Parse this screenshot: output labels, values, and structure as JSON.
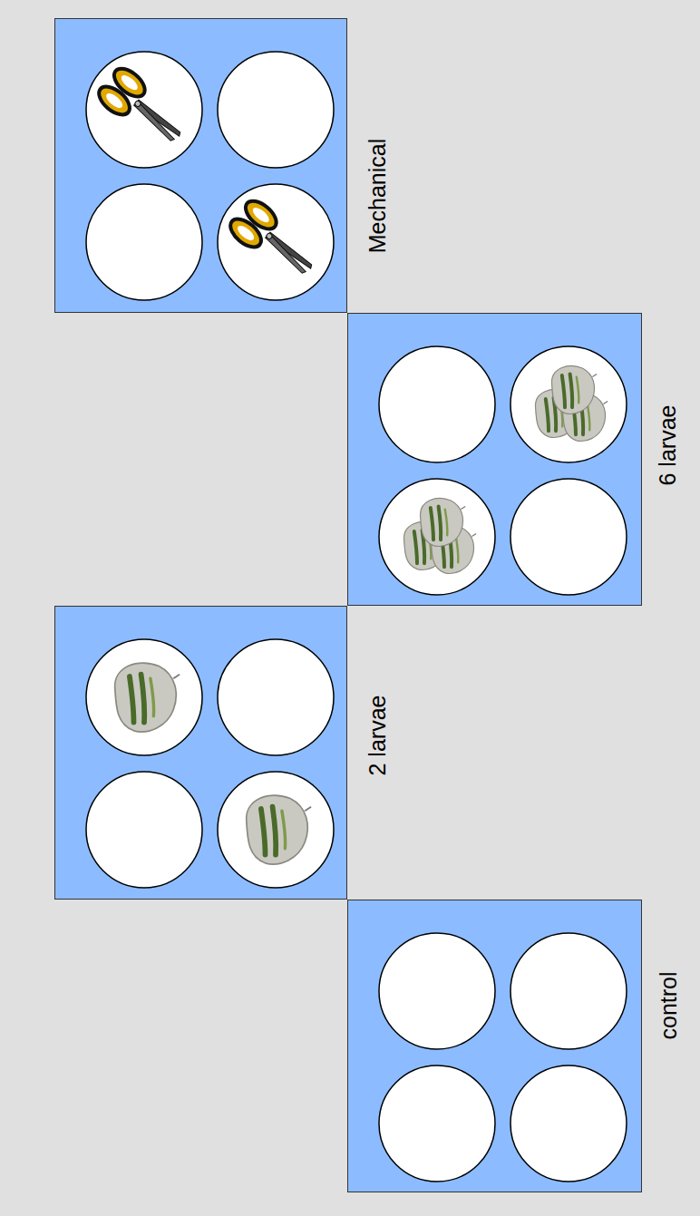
{
  "diagram": {
    "nodes": [
      {
        "text": [
          "control"
        ]
      },
      {
        "text": [
          "2 larvae"
        ]
      },
      {
        "text": [
          "6 larvae"
        ]
      },
      {
        "text": [
          "Mechanical"
        ]
      }
    ]
  }
}
